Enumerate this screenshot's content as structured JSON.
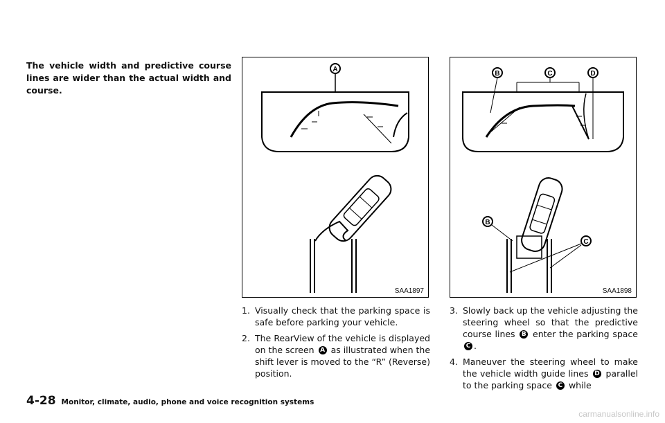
{
  "intro_text": "The vehicle width and predictive course lines are wider than the actual width and course.",
  "figure_left": {
    "code": "SAA1897",
    "callout_a": "A"
  },
  "figure_right": {
    "code": "SAA1898",
    "callout_b": "B",
    "callout_c": "C",
    "callout_d": "D"
  },
  "steps": [
    {
      "num": "1.",
      "parts": [
        "Visually check that the parking space is safe before parking your vehicle."
      ]
    },
    {
      "num": "2.",
      "parts": [
        "The RearView of the vehicle is displayed on the screen",
        "A",
        "as illustrated when the shift lever is moved to the “R” (Reverse) position."
      ]
    },
    {
      "num": "3.",
      "parts": [
        "Slowly back up the vehicle adjusting the steering wheel so that the predictive course lines",
        "B",
        "enter the parking space",
        "C",
        "."
      ]
    },
    {
      "num": "4.",
      "parts": [
        "Maneuver the steering wheel to make the vehicle width guide lines",
        "D",
        "parallel to the parking space",
        "C",
        "while"
      ]
    }
  ],
  "footer": {
    "page_number": "4-28",
    "section_title": "Monitor, climate, audio, phone and voice recognition systems"
  },
  "watermark": "carmanualsonline.info"
}
